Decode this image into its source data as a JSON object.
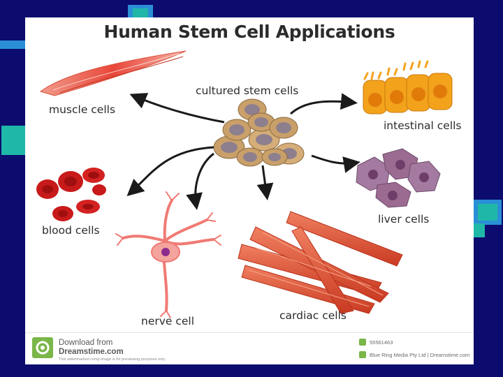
{
  "diagram": {
    "title": "Human Stem Cell Applications",
    "center_label": "cultured stem cells",
    "labels": {
      "muscle": "muscle cells",
      "intestinal": "intestinal cells",
      "blood": "blood cells",
      "liver": "liver cells",
      "nerve": "nerve cell",
      "cardiac": "cardiac cells"
    }
  },
  "footer": {
    "download_from": "Download from",
    "site": "Dreamstime.com",
    "note": "This watermarked comp image is for previewing purposes only.",
    "image_id": "55561463",
    "copyright": "Blue Ring Media Pty Ltd | Dreamstime.com"
  },
  "colors": {
    "slide_background": "#0c0c6e",
    "accent_teal": "#1fb8a8",
    "accent_blue": "#2a8fd6",
    "muscle": "#e8473a",
    "intestinal": "#f3a21c",
    "blood": "#c81a1a",
    "liver": "#9b6b92",
    "nerve": "#f07a74",
    "stem": "#c9a06a"
  }
}
